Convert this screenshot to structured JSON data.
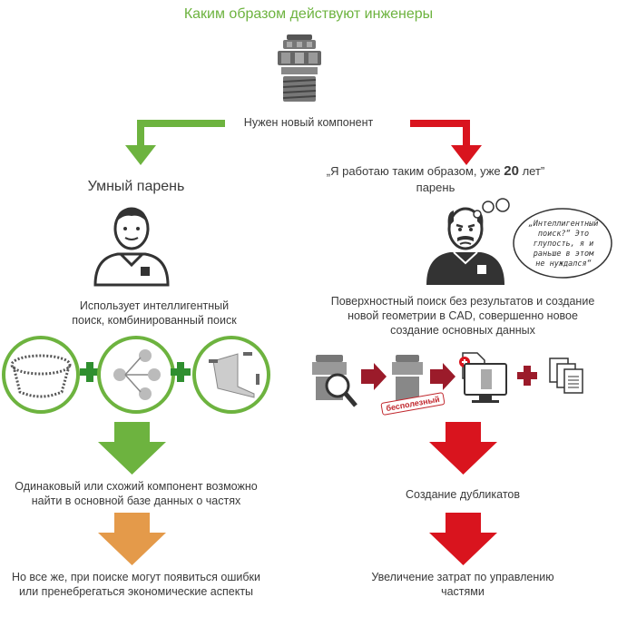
{
  "title": "Каким образом действуют инженеры",
  "start_label": "Нужен новый компонент",
  "left": {
    "heading": "Умный парень",
    "method": [
      "Использует интеллигентный",
      "поиск, комбинированный поиск"
    ],
    "result1": [
      "Одинаковый или схожий компонент возможно",
      "найти в основной базе данных о частях"
    ],
    "result2": [
      "Но все же, при поиске могут появиться ошибки",
      "или пренебрегаться экономические аспекты"
    ]
  },
  "right": {
    "heading_quote_pre": "„Я работаю таким образом, уже ",
    "heading_years": "20",
    "heading_quote_post": " лет”",
    "heading_line2": "парень",
    "thought": [
      "„Интеллигентный",
      "поиск?“ Это",
      "глупость, я и",
      "раньше в этом",
      "не нуждался“"
    ],
    "method": [
      "Поверхностный поиск без результатов и создание",
      "новой геометрии в CAD,  совершенно новое",
      "создание основных данных"
    ],
    "stamp": "бесполезный",
    "result1": "Создание дубликатов",
    "result2": [
      "Увеличение затрат по управлению",
      "частями"
    ]
  },
  "colors": {
    "green": "#6db33f",
    "red": "#d9141e",
    "orange": "#e49a4a",
    "dark": "#4a4a4a",
    "darkred": "#9b1b2a"
  }
}
